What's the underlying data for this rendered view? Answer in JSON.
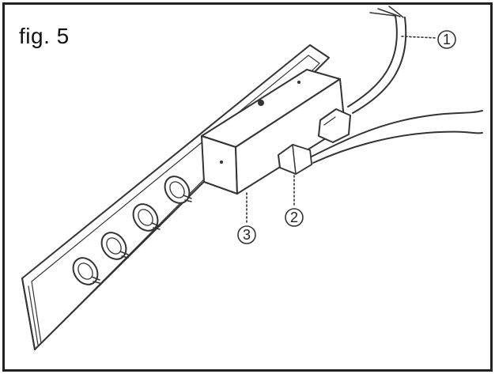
{
  "figure": {
    "label": "fig. 5"
  },
  "callouts": [
    {
      "id": "1",
      "text": "1"
    },
    {
      "id": "2",
      "text": "2"
    },
    {
      "id": "3",
      "text": "3"
    }
  ],
  "colors": {
    "line": "#333333",
    "frame": "#222222",
    "background": "#ffffff"
  }
}
